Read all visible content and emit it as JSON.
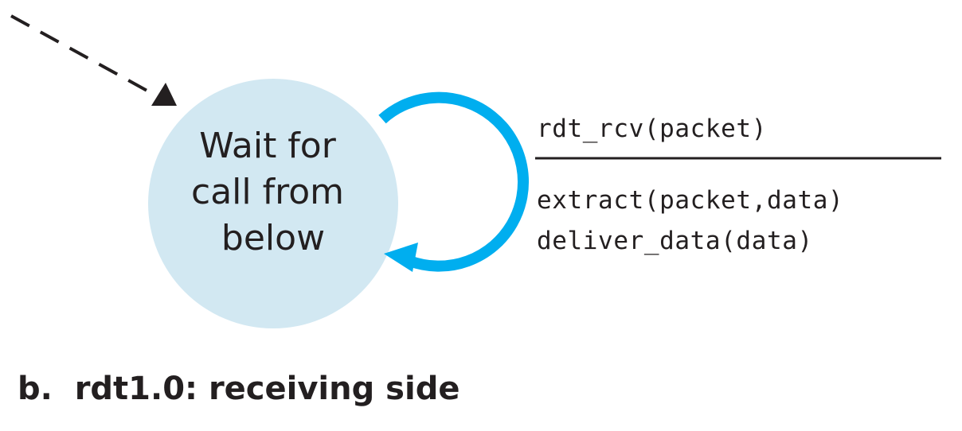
{
  "state": {
    "label_lines": [
      "Wait for",
      "call from",
      "below"
    ],
    "fill_color": "#d2e8f2"
  },
  "transition": {
    "event": "rdt_rcv(packet)",
    "actions": [
      "extract(packet,data)",
      "deliver_data(data)"
    ],
    "loop_color": "#00aeef"
  },
  "initial_arrow": {
    "style": "dashed",
    "color": "#231f20"
  },
  "caption": {
    "prefix": "b.",
    "text": "rdt1.0: receiving side"
  }
}
